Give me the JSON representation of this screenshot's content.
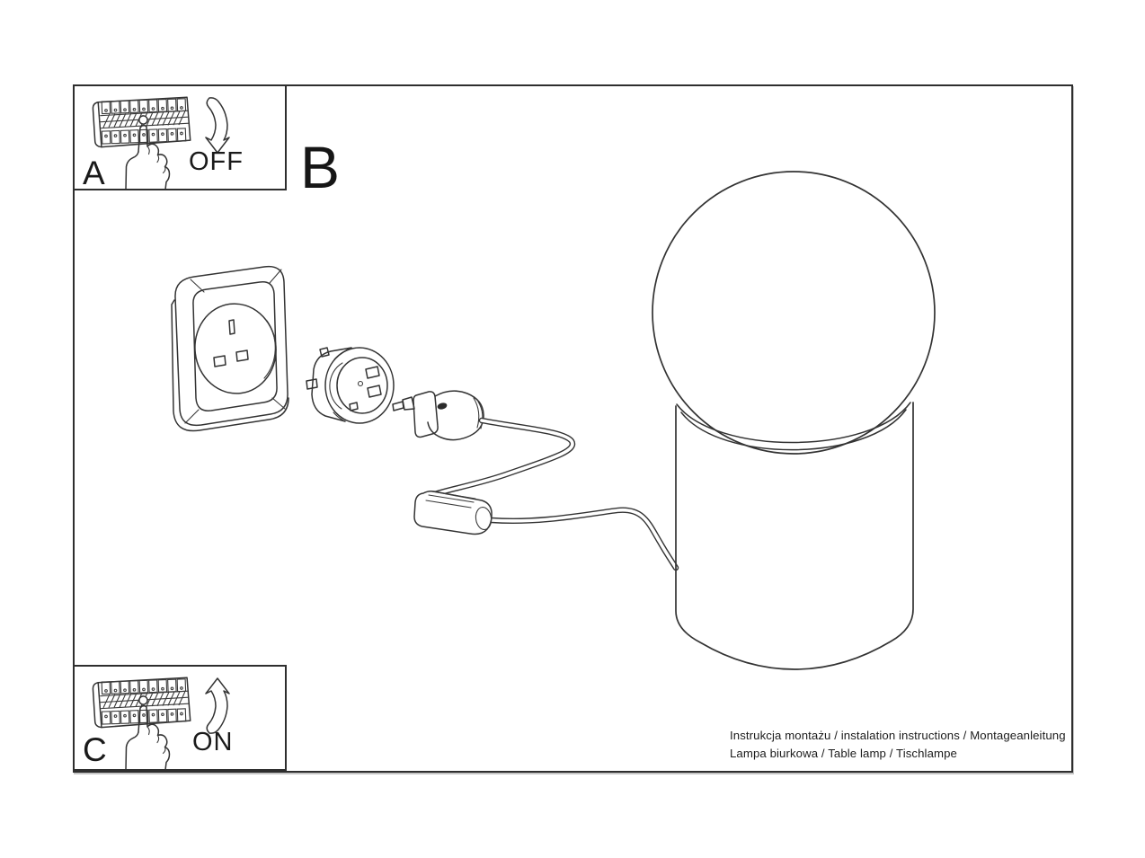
{
  "page": {
    "background": "#ffffff",
    "line_color": "#333333",
    "kind_label": "table lamp installation instructions sheet"
  },
  "steps": {
    "a": {
      "label": "A",
      "action": "OFF",
      "icons": [
        "circuit-breaker-strip-icon",
        "pressing-hand-icon",
        "curved-arrow-down-icon"
      ]
    },
    "b": {
      "label": "B",
      "icons": [
        "uk-wall-socket-illustration",
        "travel-adapter-illustration",
        "euro-plug-illustration",
        "power-cable",
        "inline-cord-switch-illustration",
        "ball-table-lamp-illustration"
      ]
    },
    "c": {
      "label": "C",
      "action": "ON",
      "icons": [
        "circuit-breaker-strip-icon",
        "pressing-hand-icon",
        "curved-arrow-up-icon"
      ]
    }
  },
  "footer": {
    "line1": "Instrukcja montażu / instalation instructions / Montageanleitung",
    "line2": "Lampa biurkowa / Table lamp / Tischlampe"
  }
}
